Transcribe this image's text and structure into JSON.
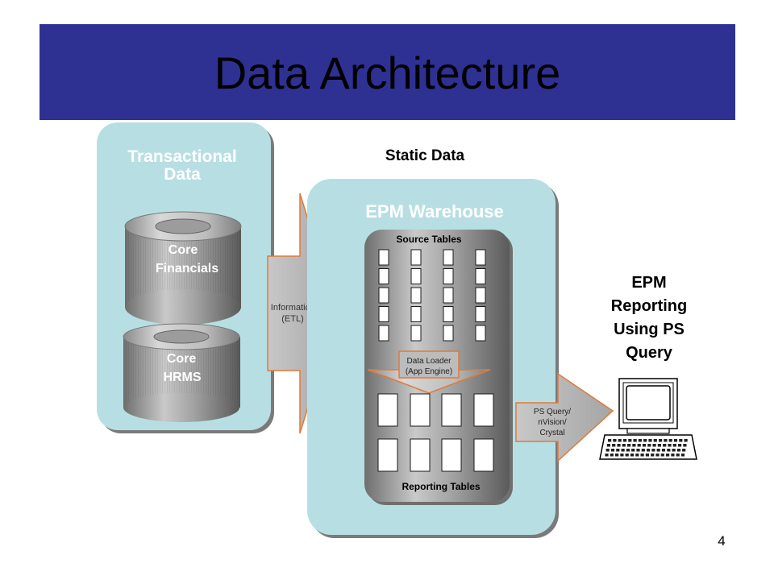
{
  "slide": {
    "title": "Data Architecture",
    "page_number": "4"
  },
  "transactional": {
    "label_line1": "Transactional",
    "label_line2": "Data",
    "db1_line1": "Core",
    "db1_line2": "Financials",
    "db2_line1": "Core",
    "db2_line2": "HRMS"
  },
  "etl": {
    "line1": "Informatica",
    "line2": "(ETL)"
  },
  "static_label": "Static Data",
  "warehouse": {
    "label": "EPM Warehouse",
    "source_tables": "Source Tables",
    "loader_line1": "Data Loader",
    "loader_line2": "(App Engine)",
    "reporting_tables": "Reporting Tables"
  },
  "reporting_arrow": {
    "line1": "PS Query/",
    "line2": "nVision/",
    "line3": "Crystal"
  },
  "epm_reporting": {
    "line1": "EPM",
    "line2": "Reporting",
    "line3": "Using PS",
    "line4": "Query"
  },
  "colors": {
    "title_bar": "#2e3192",
    "panel": "#b7dfe3",
    "arrow": "#a9a9a9",
    "arrow_outline": "#e07a3a",
    "white_text": "#ffffff"
  }
}
